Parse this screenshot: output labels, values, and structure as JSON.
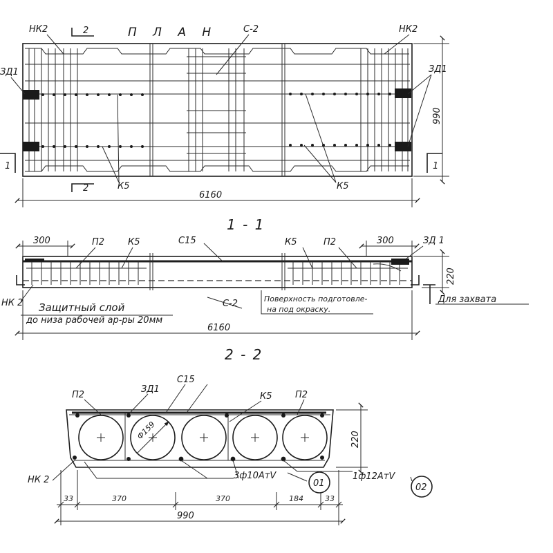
{
  "plan": {
    "title": "П Л А Н",
    "labels": {
      "nk2_left": "НК2",
      "nk2_right": "НК2",
      "c2": "С-2",
      "zd1_left": "ЗД1",
      "zd1_right": "ЗД1",
      "k5_left": "К5",
      "k5_right": "К5",
      "cut2_top": "2",
      "cut2_bottom": "2",
      "cut1_left": "1",
      "cut1_right": "1"
    },
    "dims": {
      "length": "6160",
      "width": "990"
    }
  },
  "section_1_1": {
    "title": "1 - 1",
    "labels": {
      "p2_left": "П2",
      "k5_left": "К5",
      "c15": "С15",
      "k5_right": "К5",
      "p2_right": "П2",
      "zd1": "ЗД 1",
      "nk2": "НК 2",
      "c2": "С-2"
    },
    "dims": {
      "end_left": "300",
      "end_right": "300",
      "height": "220",
      "length": "6160"
    },
    "notes": {
      "cover_line1": "Защитный слой",
      "cover_line2": "до низа рабочей ар-ры 20мм",
      "surface_line1": "Поверхность подготовле-",
      "surface_line2": "на под окраску.",
      "lifting": "Для захвата"
    }
  },
  "section_2_2": {
    "title": "2 - 2",
    "labels": {
      "p2_left": "П2",
      "zd1": "ЗД1",
      "c15": "С15",
      "k5": "К5",
      "p2_right": "П2",
      "nk2": "НК 2",
      "void_dia": "Ф159",
      "rebar_01": "3ф10АтⅤ",
      "rebar_02": "1ф12АтⅤ",
      "pos_01": "01",
      "pos_02": "02"
    },
    "dims": {
      "edge_left": "33",
      "span1": "370",
      "span2": "370",
      "span3": "184",
      "edge_right": "33",
      "width": "990",
      "height": "220"
    }
  }
}
